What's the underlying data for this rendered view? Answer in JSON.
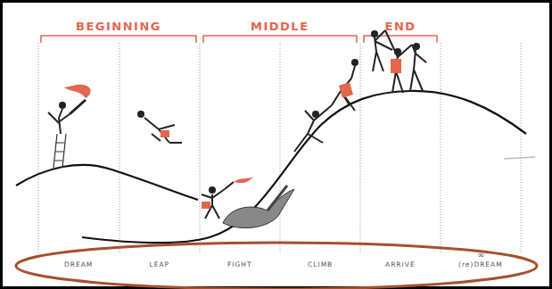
{
  "diagram": {
    "labels": [
      "BEGINNING",
      "MIDDLE",
      "END",
      "DREAM",
      "LEAP",
      "FIGHT",
      "CLIMB",
      "ARRIVE",
      "∞",
      "(re)DREAM"
    ]
  }
}
